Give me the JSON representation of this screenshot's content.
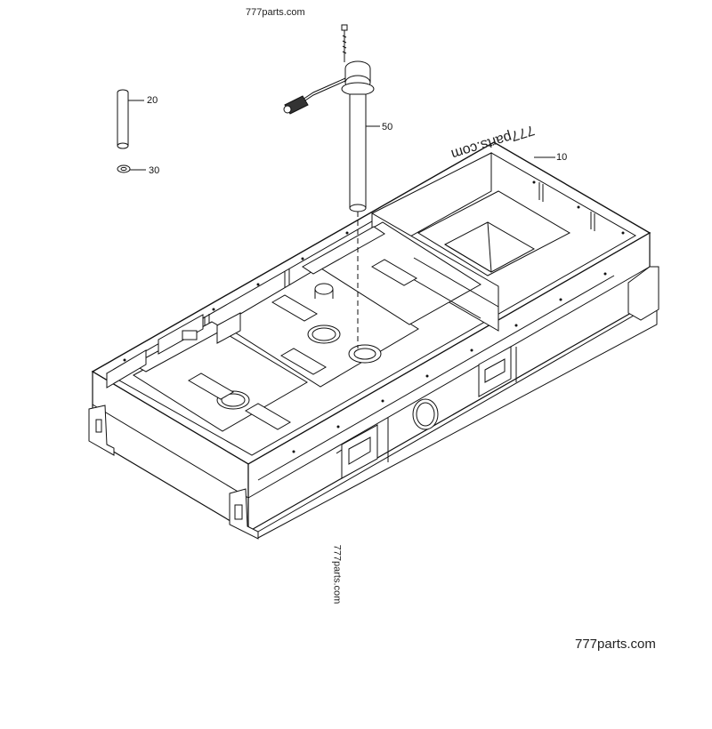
{
  "watermarks": {
    "top": "777parts.com",
    "rotated": "777parts.com",
    "vertical": "777parts.com",
    "bottom_right": "777parts.com"
  },
  "callouts": {
    "item_10": "10",
    "item_20": "20",
    "item_30": "30",
    "item_50": "50"
  },
  "colors": {
    "line": "#111111",
    "shade": "#cfcfcf",
    "fill": "#ffffff"
  }
}
